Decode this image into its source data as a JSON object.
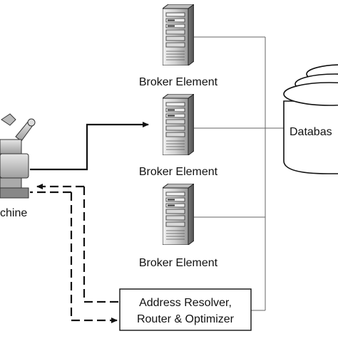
{
  "brokers": [
    {
      "label": "Broker Element"
    },
    {
      "label": "Broker Element"
    },
    {
      "label": "Broker Element"
    }
  ],
  "database": {
    "label": "Databas",
    "icon": "database-cylinder-icon"
  },
  "machine": {
    "label": "chine",
    "icon": "robot-arm-icon"
  },
  "resolver": {
    "line1": "Address Resolver,",
    "line2": "Router & Optimizer"
  },
  "icons": {
    "broker": "server-tower-icon"
  },
  "colors": {
    "ink": "#111111",
    "server_body": "#d9d9d9",
    "server_shade": "#8c8c8c",
    "connector": "#666666"
  }
}
